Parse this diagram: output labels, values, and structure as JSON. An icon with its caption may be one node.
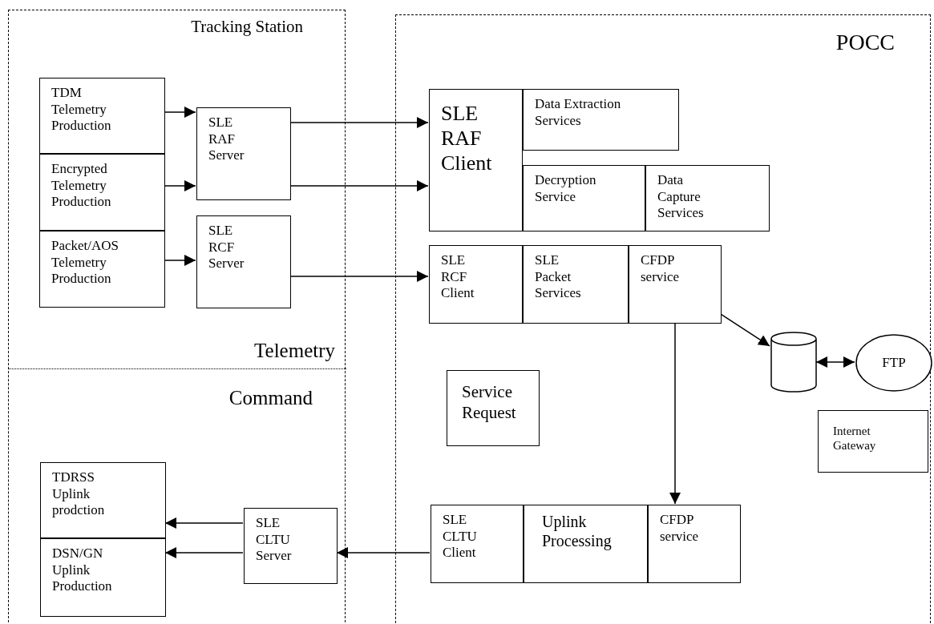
{
  "diagram": {
    "nodes": [
      {
        "text": [
          "Tracking Station"
        ]
      },
      {
        "text": [
          "Telemetry"
        ],
        "in": 0
      },
      {
        "text": [
          "Command"
        ],
        "in": 0
      },
      {
        "text": [
          "TDM Telemetry Production"
        ],
        "in": 1
      },
      {
        "text": [
          "Encrypted Telemetry Production"
        ],
        "in": 1
      },
      {
        "text": [
          "Packet/AOS Telemetry Production"
        ],
        "in": 1
      },
      {
        "text": [
          "SLE RAF Server"
        ],
        "in": 1
      },
      {
        "text": [
          "SLE RCF Server"
        ],
        "in": 1
      },
      {
        "text": [
          "TDRSS Uplink prodction"
        ],
        "in": 2
      },
      {
        "text": [
          "DSN/GN Uplink Production"
        ],
        "in": 2
      },
      {
        "text": [
          "SLE CLTU Server"
        ],
        "in": 2
      },
      {
        "text": [
          "POCC"
        ]
      },
      {
        "text": [
          "SLE RAF Client"
        ],
        "in": 11
      },
      {
        "text": [
          "Data Extraction Services"
        ],
        "in": 11
      },
      {
        "text": [
          "Decryption Service"
        ],
        "in": 11
      },
      {
        "text": [
          "Data Capture Services"
        ],
        "in": 11
      },
      {
        "text": [
          "SLE RCF Client"
        ],
        "in": 11
      },
      {
        "text": [
          "SLE Packet Services"
        ],
        "in": 11
      },
      {
        "text": [
          "CFDP service"
        ],
        "in": 11
      },
      {
        "text": [],
        "shape": "cylinder",
        "in": 11
      },
      {
        "text": [
          "FTP"
        ],
        "in": 11
      },
      {
        "text": [
          "Service Request"
        ],
        "in": 11
      },
      {
        "text": [
          "Internet Gateway"
        ],
        "in": 11
      },
      {
        "text": [
          "SLE CLTU Client"
        ],
        "in": 11
      },
      {
        "text": [
          "Uplink Processing"
        ],
        "in": 11
      },
      {
        "text": [
          "CFDP service"
        ],
        "in": 11
      }
    ],
    "edges": [
      {
        "from": 3,
        "to": 6,
        "arrow": "to"
      },
      {
        "from": 4,
        "to": 6,
        "arrow": "to"
      },
      {
        "from": 5,
        "to": 7,
        "arrow": "to"
      },
      {
        "from": 6,
        "to": 12,
        "arrow": "to"
      },
      {
        "from": 6,
        "to": 12,
        "arrow": "to"
      },
      {
        "from": 7,
        "to": 16,
        "arrow": "to"
      },
      {
        "from": 18,
        "to": 19,
        "arrow": "to"
      },
      {
        "from": 19,
        "to": 20,
        "arrow": "both"
      },
      {
        "from": 18,
        "to": 25,
        "arrow": "to"
      },
      {
        "from": 23,
        "to": 10,
        "arrow": "to"
      },
      {
        "from": 10,
        "to": 8,
        "arrow": "to"
      },
      {
        "from": 10,
        "to": 9,
        "arrow": "to"
      }
    ]
  }
}
